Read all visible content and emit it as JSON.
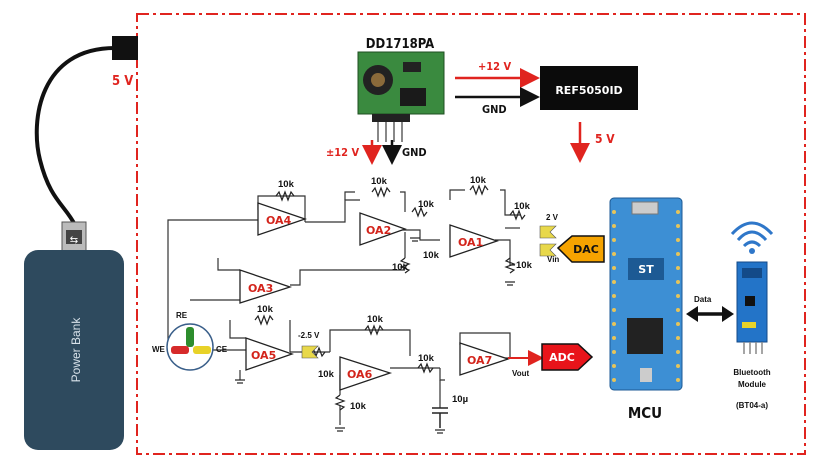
{
  "power_bank": {
    "label": "Power Bank"
  },
  "usb_voltage": "5 V",
  "converter": {
    "name": "DD1718PA",
    "out_pos": "+12 V",
    "out_gnd": "GND",
    "pm_label": "±12 V",
    "gnd_label": "GND"
  },
  "reference": {
    "name": "REF5050ID",
    "out": "5 V"
  },
  "opamps": [
    "OA1",
    "OA2",
    "OA3",
    "OA4",
    "OA5",
    "OA6",
    "OA7"
  ],
  "resistors": {
    "r_oa4": "10k",
    "r_oa2_fb": "10k",
    "r_oa2_in": "10k",
    "r_oa2_div": "10k",
    "r_oa1_fb": "10k",
    "r_oa1_in": "10k",
    "r_oa1_gnd": "10k",
    "r_oa5": "10k",
    "r_oa6_fb": "10k",
    "r_oa6_in": "10k",
    "r_oa6_gnd": "10k",
    "r_oa7": "10k",
    "c_oa7": "10µ"
  },
  "signals": {
    "v2": "2 V",
    "vin": "Vin",
    "neg25": "-2.5 V",
    "vout": "Vout"
  },
  "electrodes": {
    "re": "RE",
    "we": "WE",
    "ce": "CE"
  },
  "tags": {
    "dac": "DAC",
    "adc": "ADC"
  },
  "mcu": {
    "label": "MCU"
  },
  "data_link": "Data",
  "bluetooth": {
    "line1": "Bluetooth",
    "line2": "Module",
    "line3": "(BT04-a)"
  },
  "colors": {
    "frame": "#e0241f",
    "powerbank": "#2e4a5e",
    "dac_fill": "#f5a300",
    "adc_fill": "#e8141a",
    "mcu_board": "#3d8fd4",
    "bt_board": "#2374c8"
  }
}
